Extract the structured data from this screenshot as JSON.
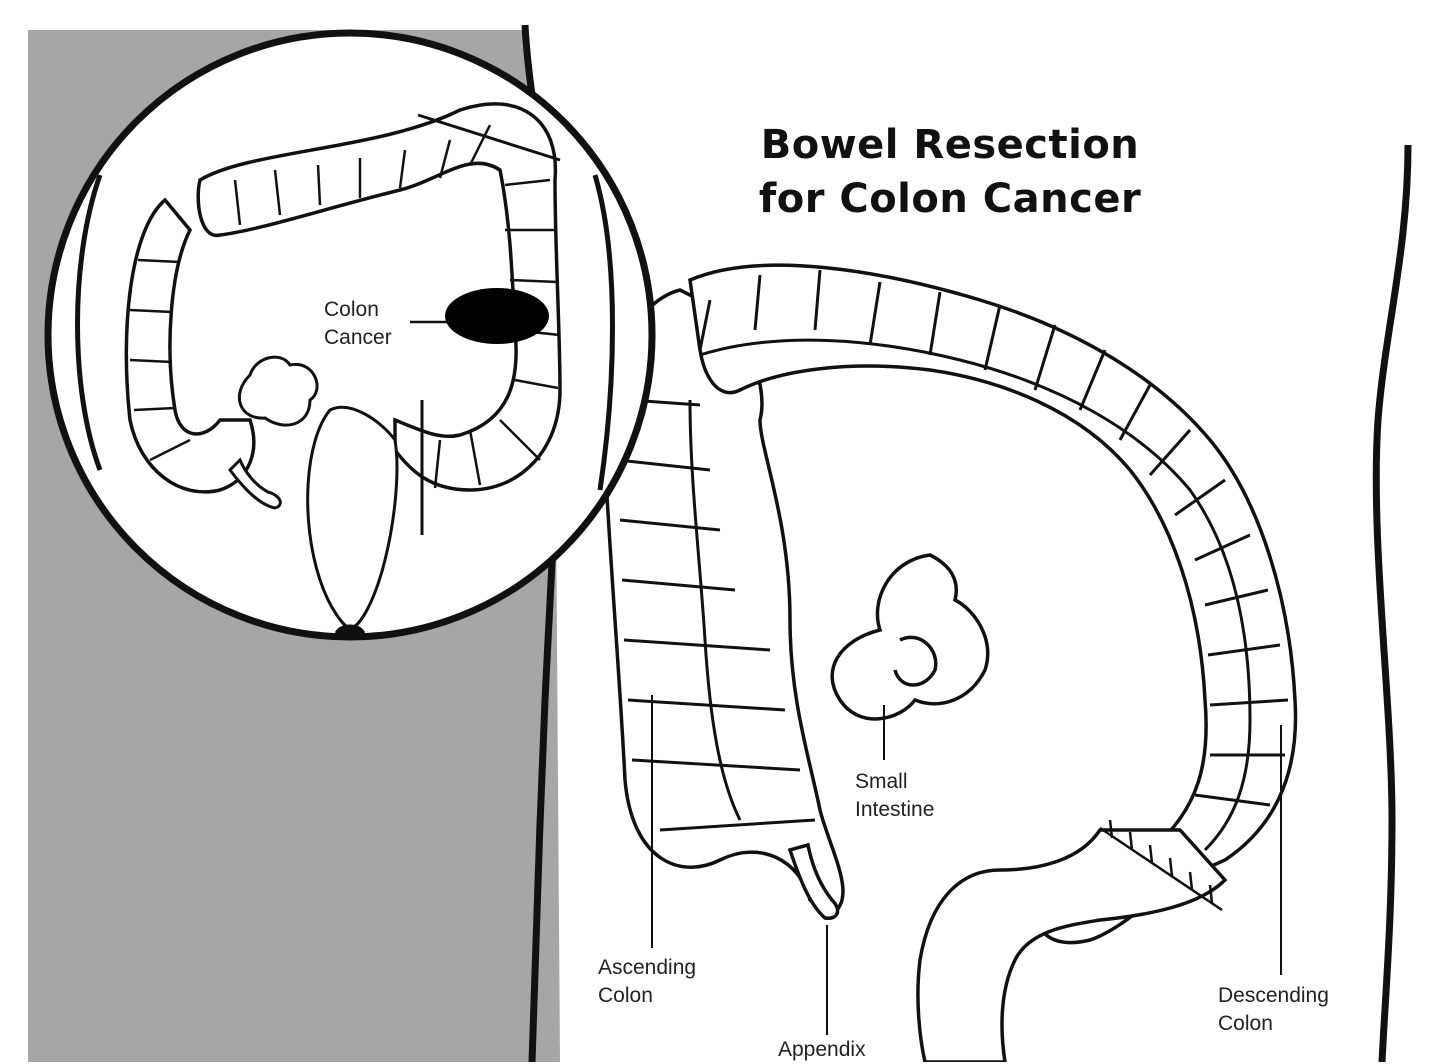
{
  "title": {
    "line1": "Bowel Resection",
    "line2": "for Colon Cancer"
  },
  "labels": {
    "inset_colon_cancer": {
      "line1": "Colon",
      "line2": "Cancer"
    },
    "small_intestine": {
      "line1": "Small",
      "line2": "Intestine"
    },
    "ascending_colon": {
      "line1": "Ascending",
      "line2": "Colon"
    },
    "appendix": {
      "line1": "Appendix"
    },
    "descending_colon": {
      "line1": "Descending",
      "line2": "Colon"
    }
  },
  "colors": {
    "background": "#ffffff",
    "panel_gray": "#a6a6a6",
    "ink": "#111111",
    "tumor": "#000000"
  }
}
